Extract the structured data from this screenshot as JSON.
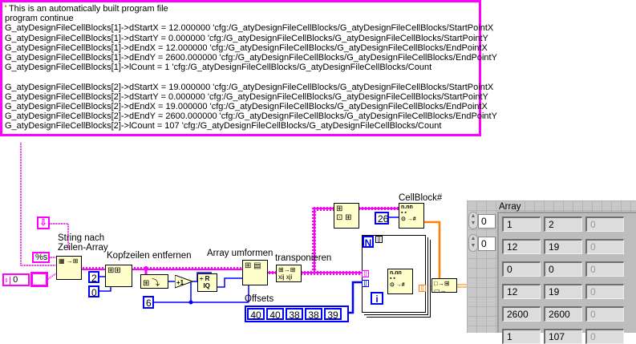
{
  "string_constant": {
    "lines": [
      "' This is an automatically built program file",
      "program continue",
      "G_atyDesignFileCellBlocks[1]->dStartX = 12.000000 'cfg:/G_atyDesignFileCellBlocks/G_atyDesignFileCellBlocks/StartPointX",
      "G_atyDesignFileCellBlocks[1]->dStartY = 0.000000 'cfg:/G_atyDesignFileCellBlocks/G_atyDesignFileCellBlocks/StartPointY",
      "G_atyDesignFileCellBlocks[1]->dEndX = 12.000000 'cfg:/G_atyDesignFileCellBlocks/G_atyDesignFileCellBlocks/EndPointX",
      "G_atyDesignFileCellBlocks[1]->dEndY = 2600.000000 'cfg:/G_atyDesignFileCellBlocks/G_atyDesignFileCellBlocks/EndPointY",
      "G_atyDesignFileCellBlocks[1]->lCount = 1 'cfg:/G_atyDesignFileCellBlocks/G_atyDesignFileCellBlocks/Count",
      "",
      "G_atyDesignFileCellBlocks[2]->dStartX = 19.000000 'cfg:/G_atyDesignFileCellBlocks/G_atyDesignFileCellBlocks/StartPointX",
      "G_atyDesignFileCellBlocks[2]->dStartY = 0.000000 'cfg:/G_atyDesignFileCellBlocks/G_atyDesignFileCellBlocks/StartPointY",
      "G_atyDesignFileCellBlocks[2]->dEndX = 19.000000 'cfg:/G_atyDesignFileCellBlocks/G_atyDesignFileCellBlocks/EndPointX",
      "G_atyDesignFileCellBlocks[2]->dEndY = 2600.000000 'cfg:/G_atyDesignFileCellBlocks/G_atyDesignFileCellBlocks/EndPointY",
      "G_atyDesignFileCellBlocks[2]->lCount = 107 'cfg:/G_atyDesignFileCellBlocks/G_atyDesignFileCellBlocks/Count"
    ]
  },
  "labels": {
    "string_to_lines": "String nach\nZeilen-Array",
    "strip_header": "Kopfzeilen entfernen",
    "reshape": "Array umformen",
    "transpose": "transponieren",
    "cellblock": "CellBlock#",
    "offsets": "Offsets",
    "array": "Array"
  },
  "constants": {
    "format_spec": "%s",
    "header_rows": "2",
    "zero": "0",
    "six": "6",
    "cellblock_width": "26",
    "index_input": "0",
    "offsets": [
      "40",
      "40",
      "38",
      "38",
      "39"
    ]
  },
  "loop": {
    "count_terminal": "N",
    "iteration_terminal": "i"
  },
  "array_indicator": {
    "index_row": "0",
    "index_col": "0",
    "rows": [
      [
        "1",
        "2",
        "0"
      ],
      [
        "12",
        "19",
        "0"
      ],
      [
        "0",
        "0",
        "0"
      ],
      [
        "12",
        "19",
        "0"
      ],
      [
        "2600",
        "2600",
        "0"
      ],
      [
        "1",
        "107",
        "0"
      ]
    ]
  },
  "colors": {
    "string_wire": "#ff00ff",
    "numeric_wire": "#0000ff",
    "cluster_wire": "#ff7f00",
    "node_bg": "#ffffcc"
  }
}
